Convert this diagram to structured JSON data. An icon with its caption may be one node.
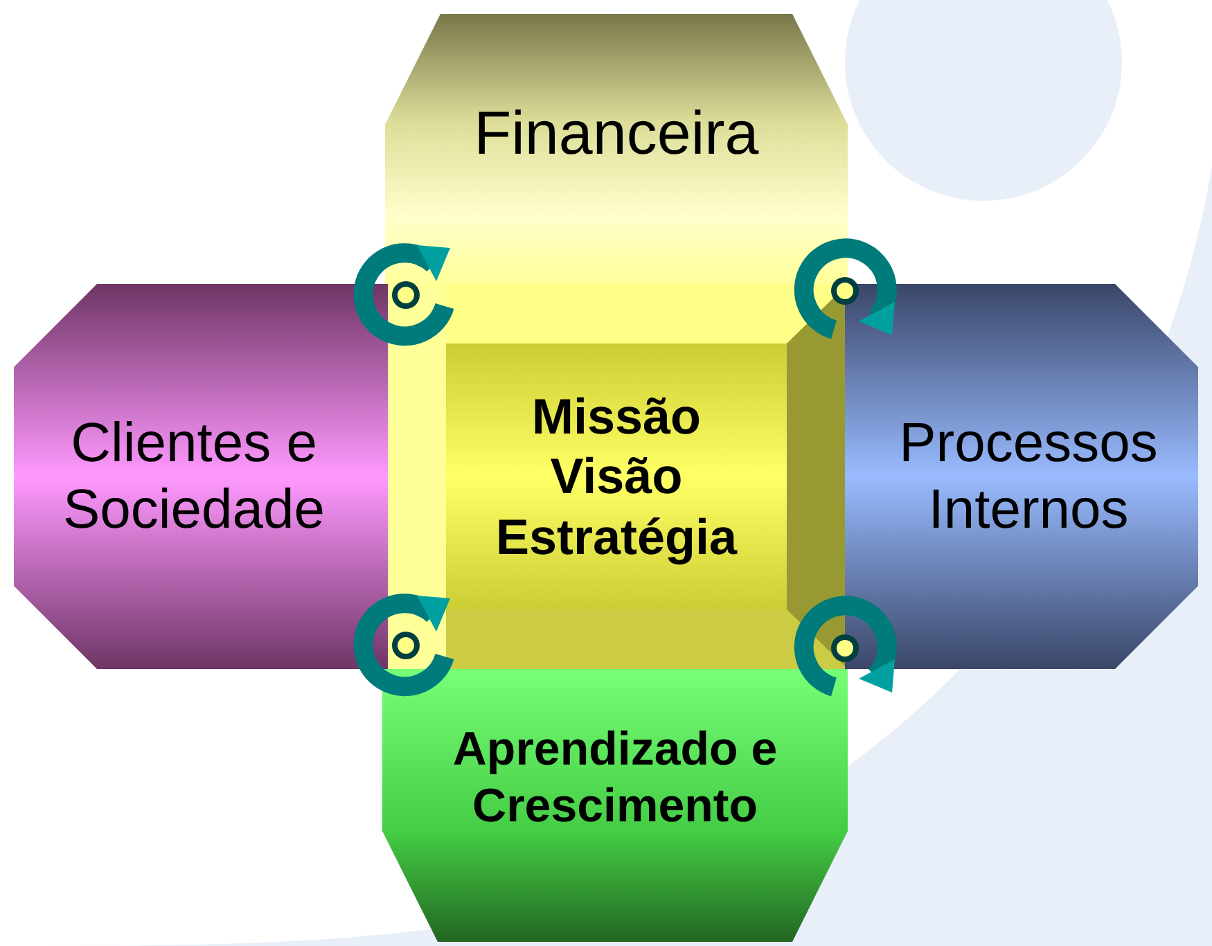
{
  "diagram": {
    "nodes": [
      {
        "text": [
          "Financeira"
        ]
      },
      {
        "text": [
          "Clientes e Sociedade"
        ]
      },
      {
        "text": [
          "Missão Visão Estratégia"
        ]
      },
      {
        "text": [
          "Processos Internos"
        ]
      },
      {
        "text": [
          "Aprendizado e Crescimento"
        ]
      }
    ]
  }
}
